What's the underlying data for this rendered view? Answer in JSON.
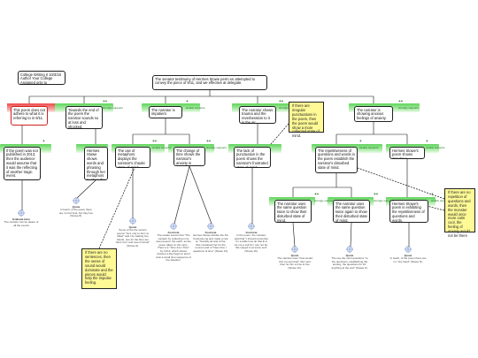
{
  "header": {
    "text": "College Writing II 10/3/18 Author Your College Assigned only to someone"
  },
  "claim": {
    "text": "The senator testimony of Hermes Stowe perm en attempted to convey the piece of 9/11, and we effective at delegate."
  },
  "objections": [
    {
      "text": "If there are irregular punctuations in the poem, then the poem would show a more collected state of mind."
    },
    {
      "text": "If there are no sentences, then the sense of sound would dominate and the pieces would help the impulse feeling."
    },
    {
      "text": "If there are no repetition of questions and words, then the monster would once more calm cool, the feeling of anxiety would not be there"
    }
  ],
  "level1": [
    {
      "text": "This poem does not adhere to what it is referring to in 9/11.",
      "status": "red"
    },
    {
      "text": "Towards the end of the poem the narrator sounds so at loss and shocked.",
      "status": "green"
    },
    {
      "text": "The narrator is impatient.",
      "status": "green"
    },
    {
      "text": "The narrator shows trauma and the reverberation to it in the air.",
      "status": "green"
    },
    {
      "text": "The narrator is showing anxious feelings of anxiety.",
      "status": "green"
    }
  ],
  "level2": [
    {
      "text": "If the poem was not published in 2013, then the audience would assume that it was the reflecting of another tragic event."
    },
    {
      "text": "Hermes Stowe shows words and phrasing through her metaphors to show the narrator's purpose."
    },
    {
      "text": "The use of metaphors displays the narrator's chaotic state of mind."
    },
    {
      "text": "The change of time shows the narrator's anxiety in thinking."
    },
    {
      "text": "The lack of punctuation in the poem shows the narrator's frustrated state of mind."
    },
    {
      "text": "The repetitiveness of questions and words in the poem establish the narrator's disturbed state of mind."
    },
    {
      "text": "Hermes Stowe's poem shows impulsive."
    }
  ],
  "level3": [
    {
      "text": "The narrator uses the same question twice to show their disturbed state of mind."
    },
    {
      "text": "The narrator uses the same question twice again to show their disturbed state of mind."
    },
    {
      "text": "Hermes Stowe's poem is exhibiting the repetitiveness of questions and words."
    }
  ],
  "sources": [
    {
      "title": "Evaluate Here",
      "text": "The narrator can be aware of all the events"
    },
    {
      "title": "Quote",
      "text": "In leach, of the poem there are no hurt feet, but they live (Stowe 8)."
    },
    {
      "title": "Quote",
      "text": "Some of the the verse's poems \"he's only to burn to killed\" and I be waiting two hands, one for the floor are hard, but I and now is Nonel\" (Stowe 9)."
    },
    {
      "title": "Footnote",
      "text": "The reader seems that \"The narrator by collecting in its new present, the earth, as the poem takes on the story. Their is a \"Time from Time\" by 11/13, which shows minutes a day begin to and it took a small time sequence of the situation."
    },
    {
      "title": "Footnote",
      "text": "Hermes Stowe divides the the Footnote-ing and made a rule on \"Sunday ad and of the. She contained her for the nonnon and of \"New time I questions of time\" (Stowe 12)."
    },
    {
      "title": "Footnote",
      "text": "In the poem, the narrator, said that \"I should remember I'm a table how do that ill in be me a cell for I can not be. We stayed in at some end\" (Stowe 16)."
    },
    {
      "title": "Quote",
      "text": "The narrator uses \"how would this moment last\" then and then he him a time to live (Stowe 10)."
    },
    {
      "title": "Quote",
      "text": "The use the most questions \"to the questions, establishing the anxiety, the questions for 10. anything at the end\" (Stowe 9)."
    },
    {
      "title": "Quote",
      "text": "In leach, of the poem there are no \"shy hand\" (Stowe 8)."
    }
  ],
  "tags": {
    "strong": "strongly supports",
    "weak": "weakly supports"
  },
  "marks": {
    "double": "++",
    "single": "+"
  },
  "colors": {
    "support": "#5fd45a",
    "oppose": "#ee4a4a",
    "objection": "#fffa96",
    "line": "#111111"
  }
}
